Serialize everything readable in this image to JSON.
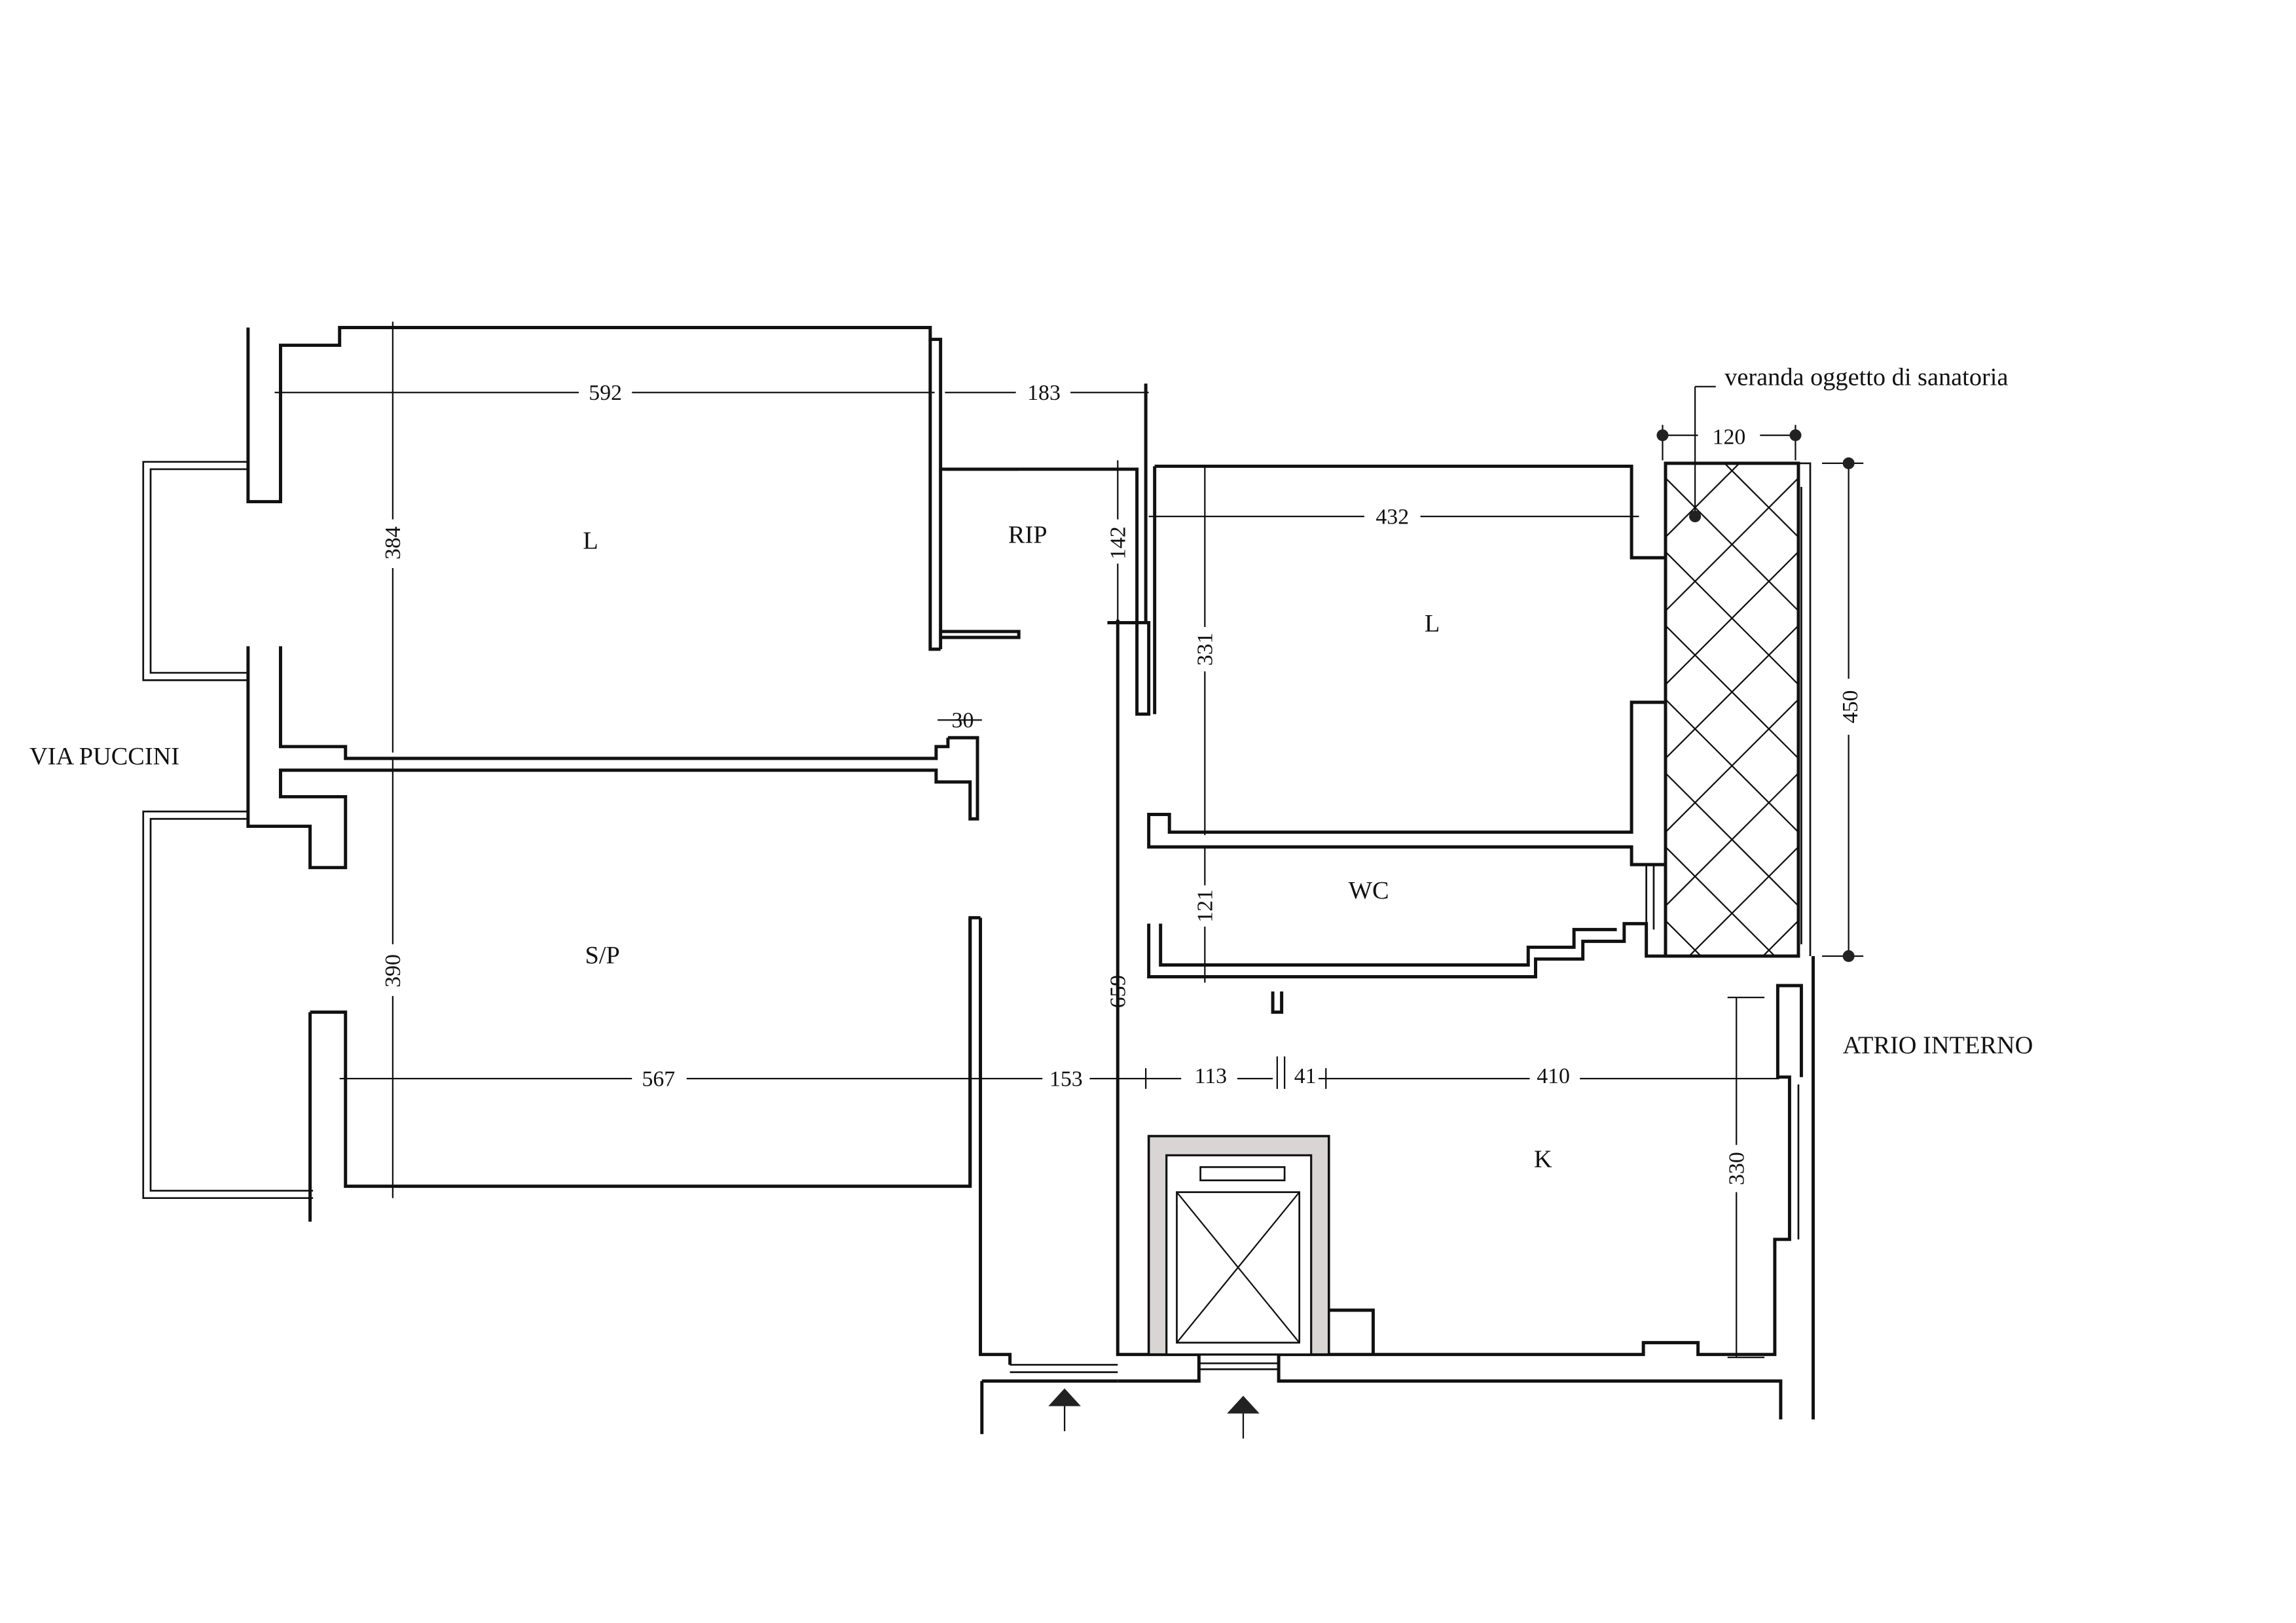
{
  "labels": {
    "street": "VIA PUCCINI",
    "courtyard": "ATRIO INTERNO",
    "veranda_note": "veranda oggetto di sanatoria"
  },
  "rooms": {
    "living_left": "L",
    "hall": "RIP",
    "living_right": "L",
    "bathroom": "WC",
    "sitting": "S/P",
    "kitchen": "K"
  },
  "dimensions": {
    "h592": "592",
    "h183": "183",
    "h432": "432",
    "h120": "120",
    "h30": "30",
    "h567": "567",
    "h153": "153",
    "h113": "113",
    "h41": "41",
    "h410": "410",
    "v384": "384",
    "v390": "390",
    "v142": "142",
    "v331": "331",
    "v121": "121",
    "v659": "659",
    "v330": "330",
    "v450": "450"
  },
  "colors": {
    "line": "#111111",
    "lift_shaft": "#d9d5d5"
  }
}
